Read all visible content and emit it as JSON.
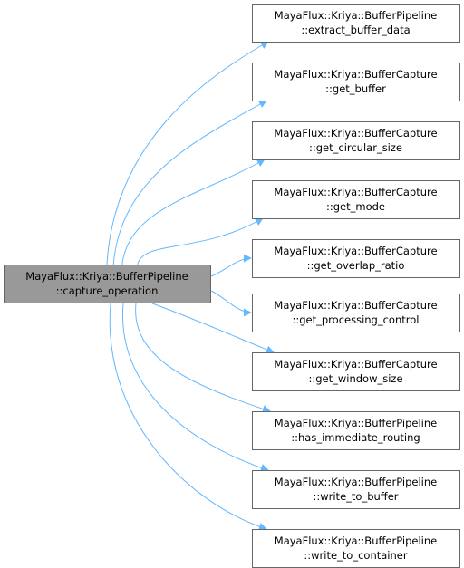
{
  "colors": {
    "node_fill": "#ffffff",
    "node_border": "#666666",
    "root_fill": "#999999",
    "edge": "#63b8ff",
    "text": "#000000"
  },
  "root": {
    "line1": "MayaFlux::Kriya::BufferPipeline",
    "line2": "::capture_operation"
  },
  "callees": [
    {
      "line1": "MayaFlux::Kriya::BufferPipeline",
      "line2": "::extract_buffer_data"
    },
    {
      "line1": "MayaFlux::Kriya::BufferCapture",
      "line2": "::get_buffer"
    },
    {
      "line1": "MayaFlux::Kriya::BufferCapture",
      "line2": "::get_circular_size"
    },
    {
      "line1": "MayaFlux::Kriya::BufferCapture",
      "line2": "::get_mode"
    },
    {
      "line1": "MayaFlux::Kriya::BufferCapture",
      "line2": "::get_overlap_ratio"
    },
    {
      "line1": "MayaFlux::Kriya::BufferCapture",
      "line2": "::get_processing_control"
    },
    {
      "line1": "MayaFlux::Kriya::BufferCapture",
      "line2": "::get_window_size"
    },
    {
      "line1": "MayaFlux::Kriya::BufferPipeline",
      "line2": "::has_immediate_routing"
    },
    {
      "line1": "MayaFlux::Kriya::BufferPipeline",
      "line2": "::write_to_buffer"
    },
    {
      "line1": "MayaFlux::Kriya::BufferPipeline",
      "line2": "::write_to_container"
    }
  ]
}
